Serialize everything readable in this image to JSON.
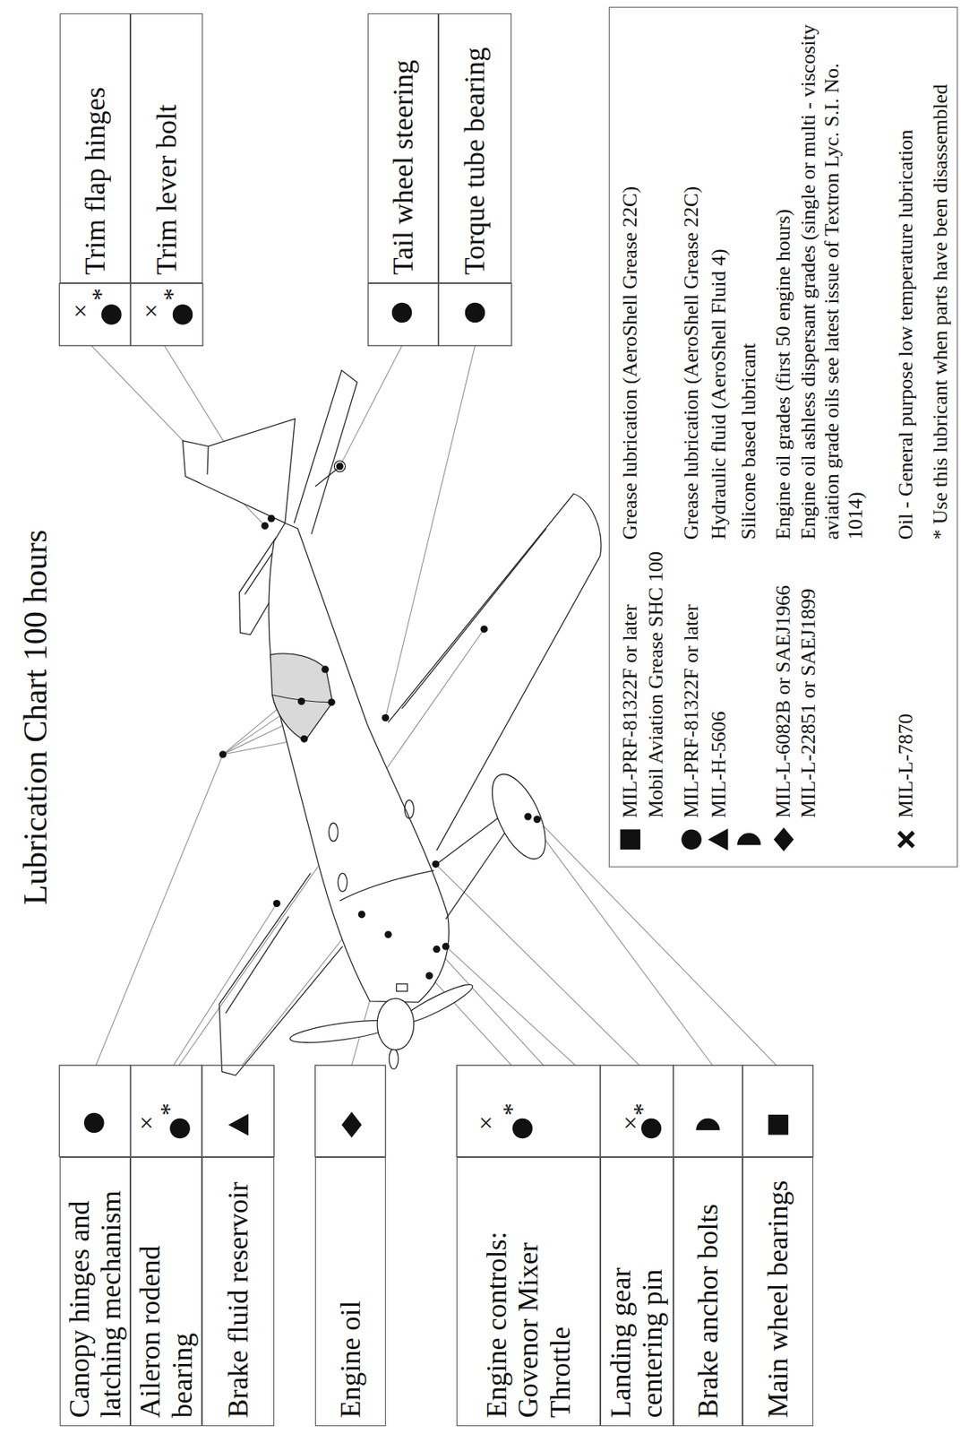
{
  "diagram": {
    "title": "Lubrication Chart 100 hours",
    "nodes": [
      {
        "text": [
          "Canopy hinges and latching mechanism"
        ]
      },
      {
        "text": [
          "Aileron rodend bearing"
        ]
      },
      {
        "text": [
          "Brake fluid reservoir"
        ]
      },
      {
        "text": [
          "Engine oil"
        ]
      },
      {
        "text": [
          "Engine controls: Govenor Mixer Throttle"
        ]
      },
      {
        "text": [
          "Landing gear centering pin"
        ]
      },
      {
        "text": [
          "Brake anchor bolts"
        ]
      },
      {
        "text": [
          "Main wheel bearings"
        ]
      },
      {
        "text": [
          "Trim flap hinges"
        ]
      },
      {
        "text": [
          "Trim lever bolt"
        ]
      },
      {
        "text": [
          "Tail wheel steering"
        ]
      },
      {
        "text": [
          "Torque tube bearing"
        ]
      }
    ],
    "labels": [
      "×",
      "*",
      "×",
      "*",
      "×",
      "*",
      "×",
      "*",
      "×",
      "*",
      "MIL-PRF-81322F or later",
      "Mobil Aviation Grease SHC 100",
      "MIL-PRF-81322F or later",
      "MIL-H-5606",
      "MIL-L-6082B or SAEJ1966",
      "MIL-L-22851 or SAEJ1899",
      "MIL-L-7870",
      "* Use this lubricant when parts have been disassembled"
    ],
    "legend": [
      {
        "text": "Grease lubrication (AeroShell Grease 22C)"
      },
      {
        "text": "Grease lubrication (AeroShell Grease 22C)"
      },
      {
        "text": "Hydraulic fluid (AeroShell Fluid 4)"
      },
      {
        "text": "Silicone based lubricant"
      },
      {
        "text": "Engine oil grades (first 50 engine hours)"
      },
      {
        "text": "Engine oil ashless dispersant grades (single or multi - viscosity aviation grade oils see latest issue of Textron Lyc. S.I. No. 1014)"
      },
      {
        "text": "Oil - General purpose low temperature lubrication"
      }
    ]
  }
}
